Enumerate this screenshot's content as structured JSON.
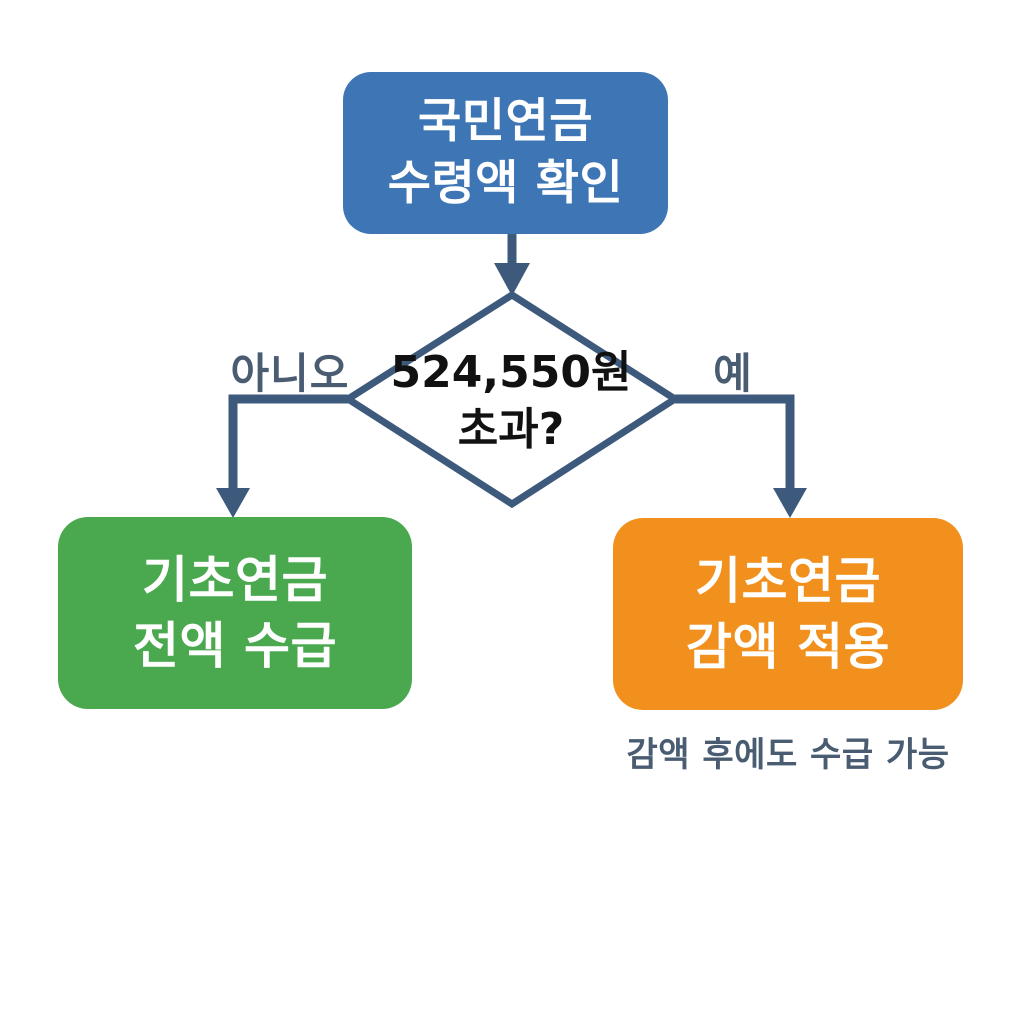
{
  "colors": {
    "start_box": "#3e76b5",
    "full_box": "#4aa84e",
    "reduced_box": "#f1901d",
    "connector": "#3d5a7d",
    "diamond_fill": "#ffffff",
    "box_text": "#ffffff",
    "decision_text": "#111111",
    "label_text": "#4a5c72",
    "background": "#ffffff"
  },
  "nodes": {
    "start": {
      "line1": "국민연금",
      "line2": "수령액 확인"
    },
    "decision": {
      "line1": "524,550원",
      "line2": "초과?"
    },
    "no_result": {
      "line1": "기초연금",
      "line2": "전액 수급"
    },
    "yes_result": {
      "line1": "기초연금",
      "line2": "감액 적용"
    }
  },
  "edges": {
    "no_label": "아니오",
    "yes_label": "예"
  },
  "note": {
    "text": "감액 후에도 수급 가능"
  }
}
